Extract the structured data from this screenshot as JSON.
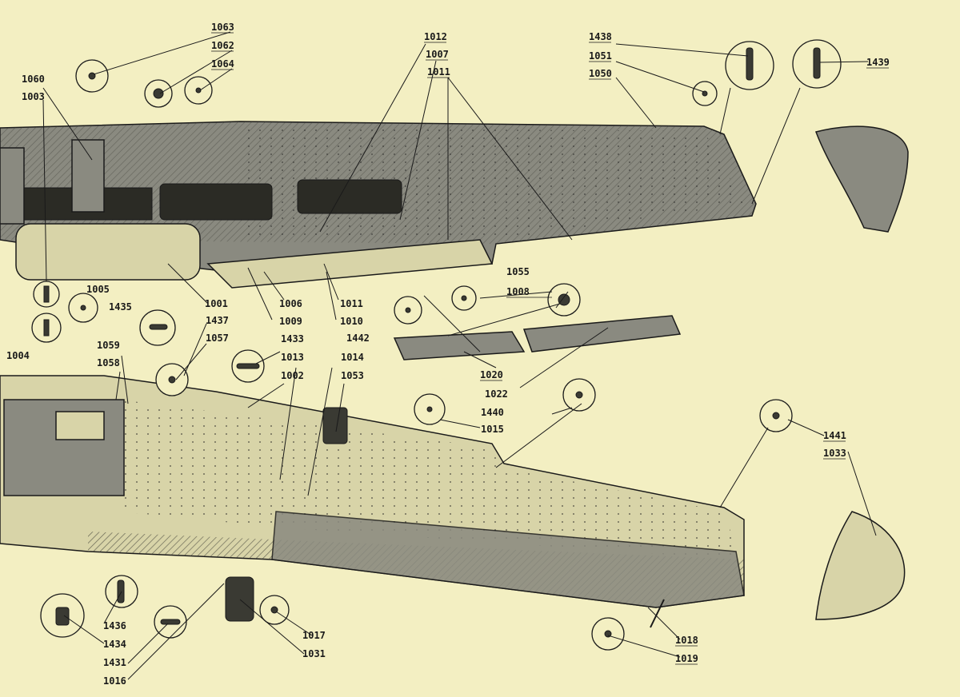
{
  "diagram": {
    "callouts": [
      "1063",
      "1062",
      "1064",
      "1060",
      "1003",
      "1012",
      "1007",
      "1011",
      "1438",
      "1051",
      "1050",
      "1439",
      "1005",
      "1435",
      "1001",
      "1006",
      "1009",
      "1011",
      "1010",
      "1055",
      "1008",
      "1442",
      "1004",
      "1437",
      "1433",
      "1059",
      "1058",
      "1057",
      "1013",
      "1014",
      "1002",
      "1053",
      "1020",
      "1022",
      "1440",
      "1015",
      "1441",
      "1033",
      "1436",
      "1434",
      "1431",
      "1016",
      "1017",
      "1031",
      "1018",
      "1019"
    ]
  }
}
